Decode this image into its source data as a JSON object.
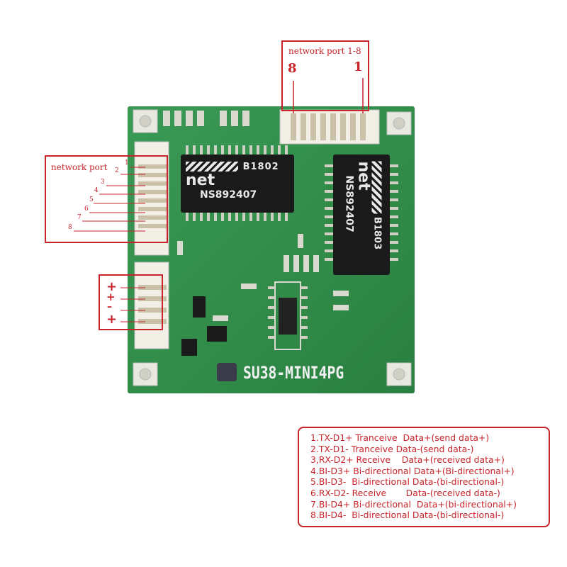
{
  "top_label": "network port 1-8",
  "top_pin_left": "8",
  "top_pin_right": "1",
  "left_label": "network port",
  "left_pins": [
    "1",
    "2",
    "3",
    "4",
    "5",
    "6",
    "7",
    "8"
  ],
  "power_marks": [
    "+",
    "+",
    "–",
    "+"
  ],
  "board_name": "SU38-MINI4PG",
  "chip1": {
    "brand_line": "B1802",
    "net": "net",
    "part": "NS892407"
  },
  "chip2": {
    "brand_line": "B1803",
    "net": "net",
    "part": "NS892407"
  },
  "legend": [
    "1.TX-D1+ Tranceive  Data+(send data+)",
    "2.TX-D1- Tranceive Data-(send data-)",
    "3,RX-D2+ Receive    Data+(received data+)",
    "4.BI-D3+ Bi-directional Data+(Bi-directional+)",
    "5.BI-D3-  Bi-directional Data-(bi-directional-)",
    "6.RX-D2- Receive       Data-(received data-)",
    "7.BI-D4+ Bi-directional  Data+(bi-directional+)",
    "8.BI-D4-  Bi-directional Data-(bi-directional-)"
  ],
  "colors": {
    "annotation": "#c8242b",
    "pcb": "#2f8f4a",
    "chip": "#1a1a1a"
  }
}
